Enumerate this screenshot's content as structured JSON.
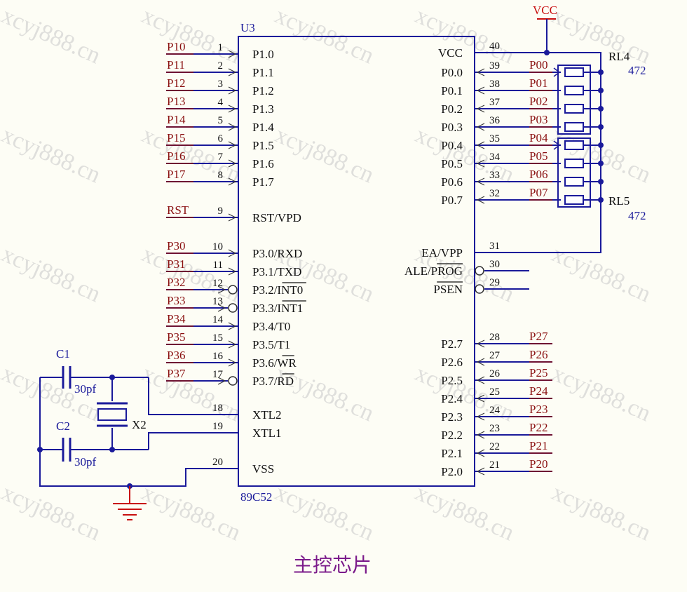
{
  "chip": {
    "ref": "U3",
    "part": "89C52"
  },
  "left_pins": [
    {
      "num": "1",
      "name": "P1.0",
      "net": "P10"
    },
    {
      "num": "2",
      "name": "P1.1",
      "net": "P11"
    },
    {
      "num": "3",
      "name": "P1.2",
      "net": "P12"
    },
    {
      "num": "4",
      "name": "P1.3",
      "net": "P13"
    },
    {
      "num": "5",
      "name": "P1.4",
      "net": "P14"
    },
    {
      "num": "6",
      "name": "P1.5",
      "net": "P15"
    },
    {
      "num": "7",
      "name": "P1.6",
      "net": "P16"
    },
    {
      "num": "8",
      "name": "P1.7",
      "net": "P17"
    },
    {
      "num": "9",
      "name": "RST/VPD",
      "net": "RST"
    },
    {
      "num": "10",
      "name": "P3.0/RXD",
      "net": "P30"
    },
    {
      "num": "11",
      "name": "P3.1/TXD",
      "net": "P31"
    },
    {
      "num": "12",
      "name": "P3.2/INT0",
      "net": "P32"
    },
    {
      "num": "13",
      "name": "P3.3/INT1",
      "net": "P33"
    },
    {
      "num": "14",
      "name": "P3.4/T0",
      "net": "P34"
    },
    {
      "num": "15",
      "name": "P3.5/T1",
      "net": "P35"
    },
    {
      "num": "16",
      "name": "P3.6/WR",
      "net": "P36"
    },
    {
      "num": "17",
      "name": "P3.7/RD",
      "net": "P37"
    },
    {
      "num": "18",
      "name": "XTL2",
      "net": ""
    },
    {
      "num": "19",
      "name": "XTL1",
      "net": ""
    },
    {
      "num": "20",
      "name": "VSS",
      "net": ""
    }
  ],
  "right_pins": [
    {
      "num": "40",
      "name": "VCC",
      "net": ""
    },
    {
      "num": "39",
      "name": "P0.0",
      "net": "P00"
    },
    {
      "num": "38",
      "name": "P0.1",
      "net": "P01"
    },
    {
      "num": "37",
      "name": "P0.2",
      "net": "P02"
    },
    {
      "num": "36",
      "name": "P0.3",
      "net": "P03"
    },
    {
      "num": "35",
      "name": "P0.4",
      "net": "P04"
    },
    {
      "num": "34",
      "name": "P0.5",
      "net": "P05"
    },
    {
      "num": "33",
      "name": "P0.6",
      "net": "P06"
    },
    {
      "num": "32",
      "name": "P0.7",
      "net": "P07"
    },
    {
      "num": "31",
      "name": "EA/VPP",
      "net": ""
    },
    {
      "num": "30",
      "name": "ALE/PROG",
      "net": ""
    },
    {
      "num": "29",
      "name": "PSEN",
      "net": ""
    },
    {
      "num": "28",
      "name": "P2.7",
      "net": "P27"
    },
    {
      "num": "27",
      "name": "P2.6",
      "net": "P26"
    },
    {
      "num": "26",
      "name": "P2.5",
      "net": "P25"
    },
    {
      "num": "25",
      "name": "P2.4",
      "net": "P24"
    },
    {
      "num": "24",
      "name": "P2.3",
      "net": "P23"
    },
    {
      "num": "23",
      "name": "P2.2",
      "net": "P22"
    },
    {
      "num": "22",
      "name": "P2.1",
      "net": "P21"
    },
    {
      "num": "21",
      "name": "P2.0",
      "net": "P20"
    }
  ],
  "power": {
    "vcc": "VCC"
  },
  "resistor_networks": [
    {
      "ref": "RL4",
      "value": "472"
    },
    {
      "ref": "RL5",
      "value": "472"
    }
  ],
  "capacitors": [
    {
      "ref": "C1",
      "value": "30pf"
    },
    {
      "ref": "C2",
      "value": "30pf"
    }
  ],
  "crystal": {
    "ref": "X2"
  },
  "caption": "主控芯片",
  "watermark": "xcyj888.cn"
}
